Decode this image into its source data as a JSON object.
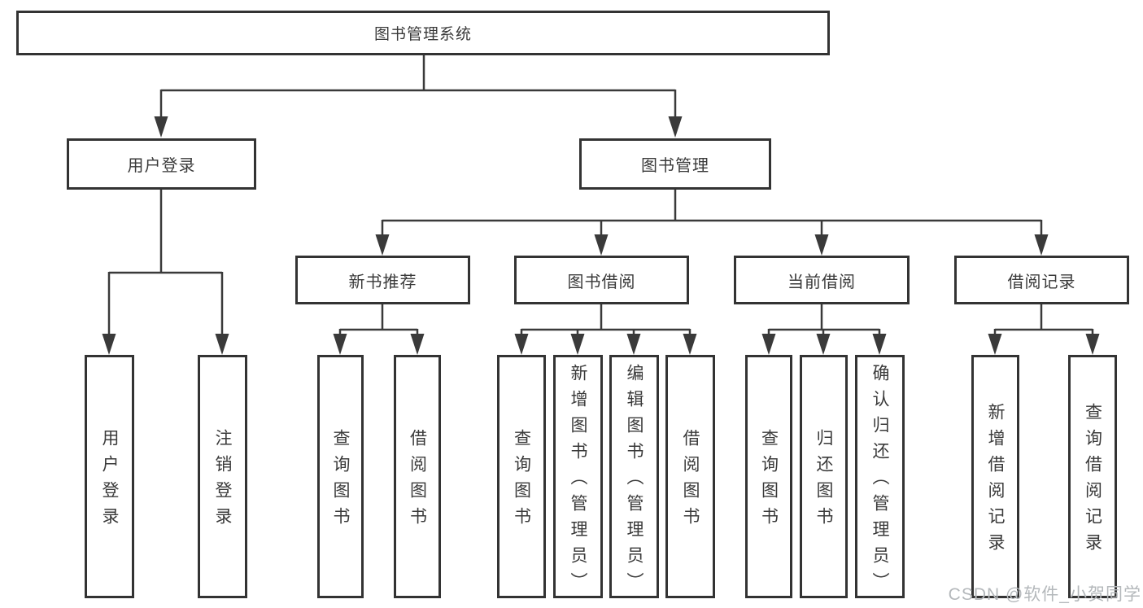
{
  "diagram": {
    "root": {
      "label": "图书管理系统"
    },
    "branches": [
      {
        "label": "用户登录",
        "children": [
          {
            "label": "用户登录"
          },
          {
            "label": "注销登录"
          }
        ]
      },
      {
        "label": "图书管理",
        "children": [
          {
            "label": "新书推荐",
            "children": [
              {
                "label": "查询图书"
              },
              {
                "label": "借阅图书"
              }
            ]
          },
          {
            "label": "图书借阅",
            "children": [
              {
                "label": "查询图书"
              },
              {
                "label": "新增图书（管理员）"
              },
              {
                "label": "编辑图书（管理员）"
              },
              {
                "label": "借阅图书"
              }
            ]
          },
          {
            "label": "当前借阅",
            "children": [
              {
                "label": "查询图书"
              },
              {
                "label": "归还图书"
              },
              {
                "label": "确认归还（管理员）"
              }
            ]
          },
          {
            "label": "借阅记录",
            "children": [
              {
                "label": "新增借阅记录"
              },
              {
                "label": "查询借阅记录"
              }
            ]
          }
        ]
      }
    ]
  },
  "watermark": {
    "text": "CSDN @软件_小贺同学"
  },
  "colors": {
    "box_border": "#333333",
    "line": "#3a3a3a",
    "text": "#3a3a3a",
    "watermark": "#b4b8bb",
    "background": "#ffffff"
  }
}
